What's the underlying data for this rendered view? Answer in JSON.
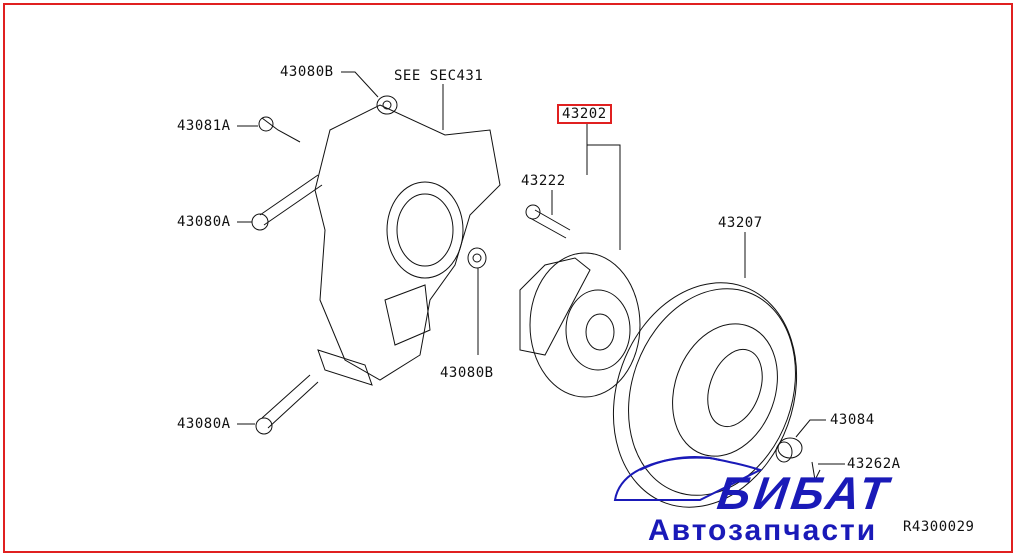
{
  "labels": {
    "p43080B_top": "43080B",
    "see_sec": "SEE SEC431",
    "p43081A": "43081A",
    "p43202": "43202",
    "p43222": "43222",
    "p43080A_mid": "43080A",
    "p43207": "43207",
    "p43080B_bottom": "43080B",
    "p43080A_bottom": "43080A",
    "p43084": "43084",
    "p43262A": "43262A",
    "diagram_code": "R4300029"
  },
  "watermark": {
    "brand": "БИБАТ",
    "subtitle": "Автозапчасти"
  },
  "colors": {
    "frame": "#e02020",
    "watermark": "#1a1ab8"
  }
}
